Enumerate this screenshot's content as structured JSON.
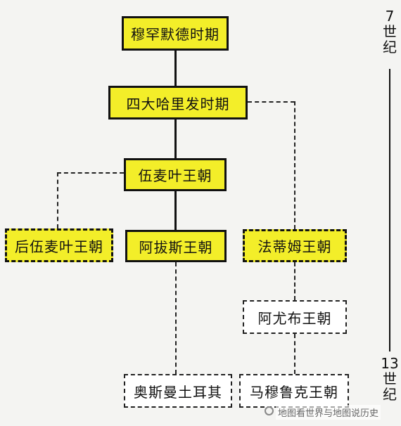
{
  "boxes": {
    "muhammad": "穆罕默德时期",
    "four_caliphs": "四大哈里发时期",
    "umayyad": "伍麦叶王朝",
    "later_umayyad": "后伍麦叶王朝",
    "abbasid": "阿拔斯王朝",
    "fatimid": "法蒂姆王朝",
    "ayyubid": "阿尤布王朝",
    "ottoman": "奥斯曼土耳其",
    "mamluk": "马穆鲁克王朝"
  },
  "timeline": {
    "start_label": "7世纪",
    "end_label": "13世纪"
  },
  "watermark": "地图看世界与地图说历史",
  "colors": {
    "highlight_fill": "#f3ee29",
    "plain_fill": "#ffffff",
    "stroke": "#111111"
  }
}
